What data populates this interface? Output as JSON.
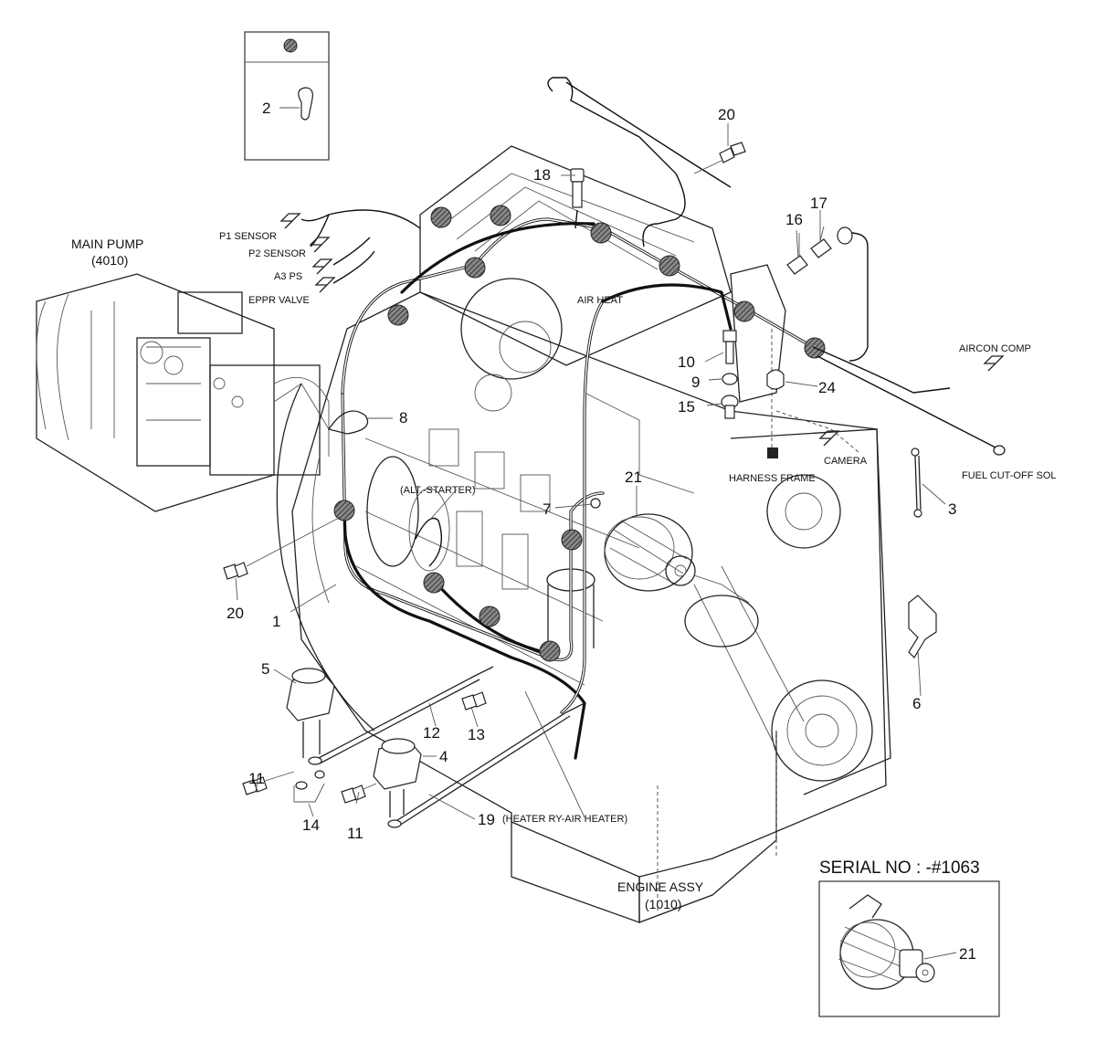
{
  "inset_top": {
    "callout": "2"
  },
  "main_pump": {
    "line1": "MAIN PUMP",
    "line2": "(4010)"
  },
  "engine_assy": {
    "line1": "ENGINE ASSY",
    "line2": "(1010)"
  },
  "connector_labels": {
    "p1_sensor": "P1 SENSOR",
    "p2_sensor": "P2 SENSOR",
    "a3_ps": "A3 PS",
    "eppr_valve": "EPPR VALVE",
    "air_heat": "AIR HEAT",
    "aircon_comp": "AIRCON COMP",
    "fuel_cutoff": "FUEL CUT-OFF SOL",
    "camera": "CAMERA",
    "harness_frame": "HARNESS FRAME",
    "alt_starter": "(ALT.-STARTER)",
    "heater_ry": "(HEATER RY-AIR HEATER)"
  },
  "callouts": {
    "c1": "1",
    "c3": "3",
    "c4": "4",
    "c5": "5",
    "c6": "6",
    "c7": "7",
    "c8": "8",
    "c9": "9",
    "c10": "10",
    "c11a": "11",
    "c11b": "11",
    "c12": "12",
    "c13": "13",
    "c14": "14",
    "c15": "15",
    "c16": "16",
    "c17": "17",
    "c18": "18",
    "c19": "19",
    "c20a": "20",
    "c20b": "20",
    "c21": "21",
    "c24": "24"
  },
  "serial_inset": {
    "title": "SERIAL NO : -#1063",
    "callout": "21"
  }
}
